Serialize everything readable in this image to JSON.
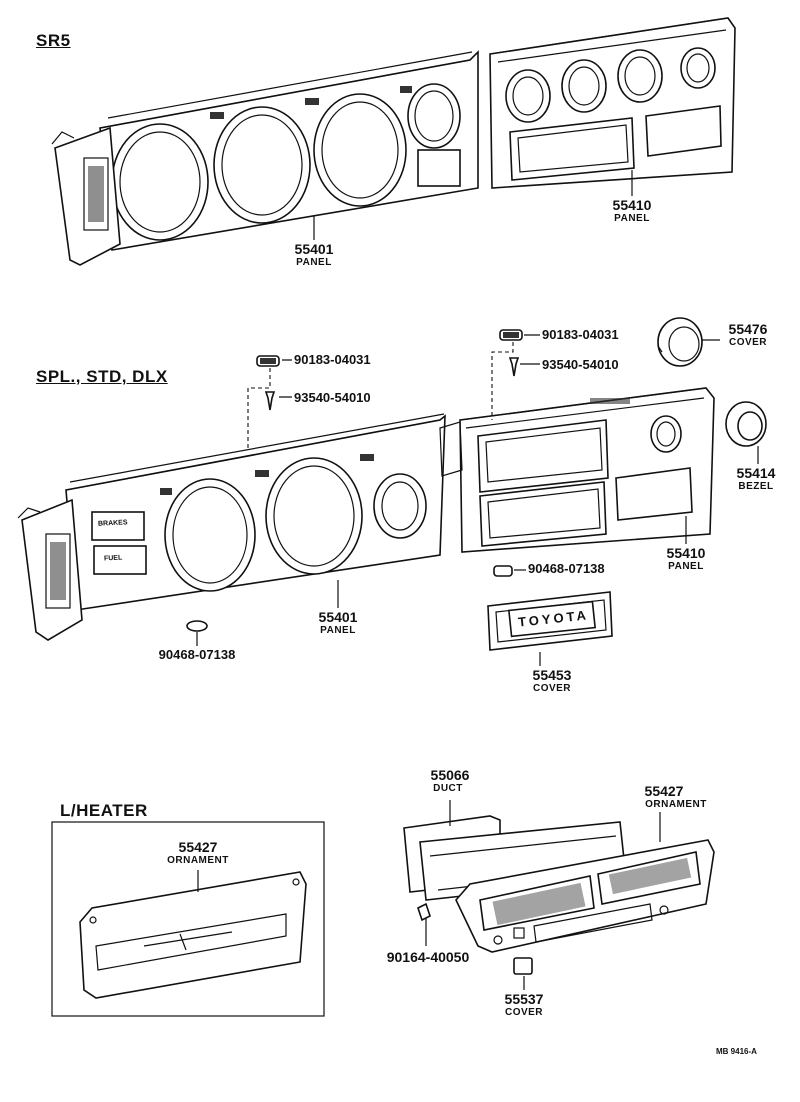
{
  "sections": {
    "sr5": "SR5",
    "spl": "SPL., STD, DLX",
    "heater": "L/HEATER"
  },
  "parts": {
    "p1": {
      "number": "55401",
      "name": "PANEL"
    },
    "p2": {
      "number": "55410",
      "name": "PANEL"
    },
    "p3": {
      "number": "90183-04031"
    },
    "p4": {
      "number": "93540-54010"
    },
    "p5": {
      "number": "90183-04031"
    },
    "p6": {
      "number": "93540-54010"
    },
    "p7": {
      "number": "55476",
      "name": "COVER"
    },
    "p8": {
      "number": "55414",
      "name": "BEZEL"
    },
    "p9": {
      "number": "55401",
      "name": "PANEL"
    },
    "p10": {
      "number": "55410",
      "name": "PANEL"
    },
    "p11": {
      "number": "90468-07138"
    },
    "p12": {
      "number": "90468-07138"
    },
    "p13": {
      "number": "55453",
      "name": "COVER"
    },
    "p14": {
      "number": "55066",
      "name": "DUCT"
    },
    "p15": {
      "number": "55427",
      "name": "ORNAMENT"
    },
    "p16": {
      "number": "55427",
      "name": "ORNAMENT"
    },
    "p17": {
      "number": "90164-40050"
    },
    "p18": {
      "number": "55537",
      "name": "COVER"
    }
  },
  "embossed": {
    "brakes": "BRAKES",
    "fuel": "FUEL",
    "toyota": "TOYOTA"
  },
  "figure_ref": "MB 9416-A"
}
